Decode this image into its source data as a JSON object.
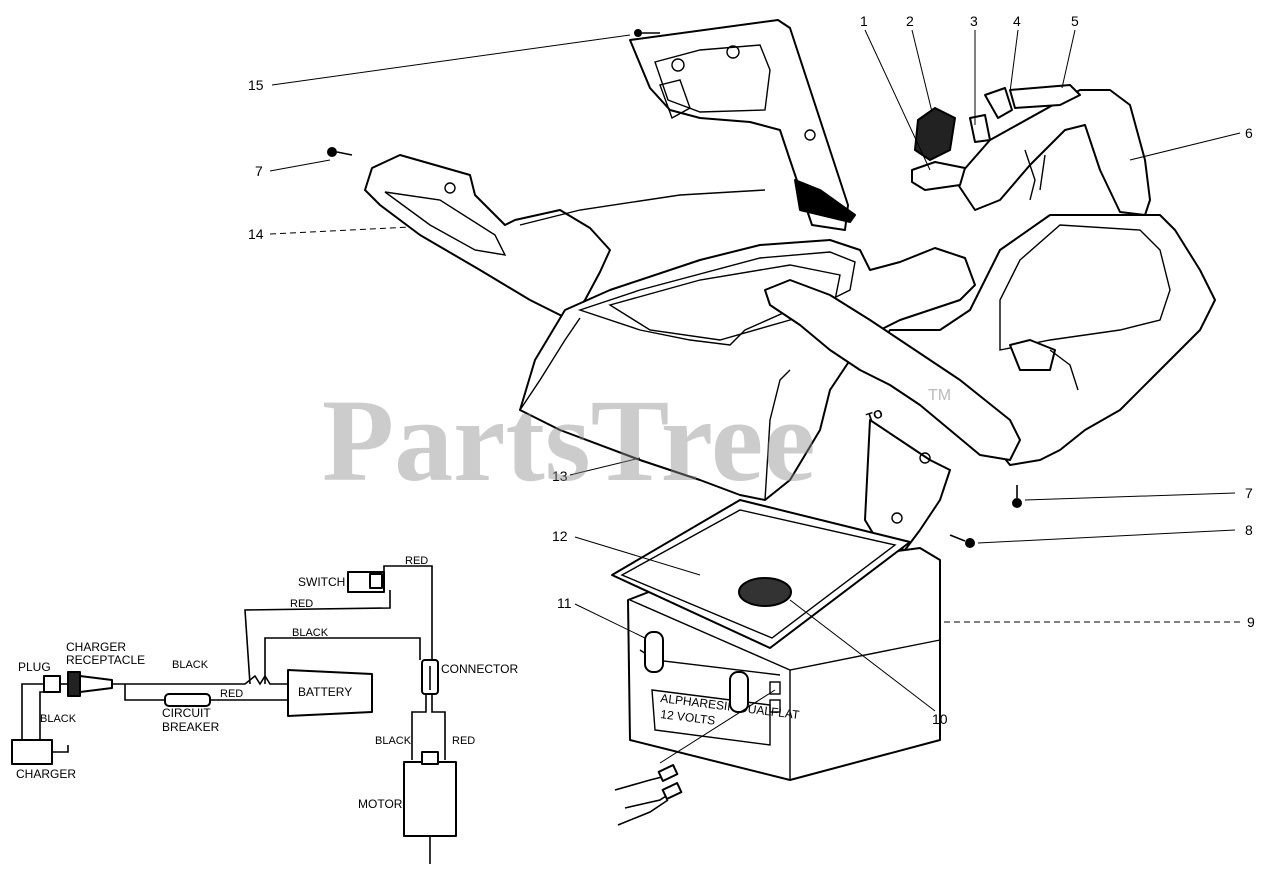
{
  "diagram": {
    "callouts": [
      {
        "id": "c1",
        "number": "1"
      },
      {
        "id": "c2",
        "number": "2"
      },
      {
        "id": "c3",
        "number": "3"
      },
      {
        "id": "c4",
        "number": "4"
      },
      {
        "id": "c5",
        "number": "5"
      },
      {
        "id": "c6",
        "number": "6"
      },
      {
        "id": "c7a",
        "number": "7"
      },
      {
        "id": "c7b",
        "number": "7"
      },
      {
        "id": "c8",
        "number": "8"
      },
      {
        "id": "c9",
        "number": "9"
      },
      {
        "id": "c10",
        "number": "10"
      },
      {
        "id": "c11",
        "number": "11"
      },
      {
        "id": "c12",
        "number": "12"
      },
      {
        "id": "c13",
        "number": "13"
      },
      {
        "id": "c14",
        "number": "14"
      },
      {
        "id": "c15",
        "number": "15"
      }
    ],
    "body_text": "TO",
    "battery_text_line1": "ALPHARESIN DUALFLAT",
    "battery_text_line2": "12 VOLTS"
  },
  "wiring": {
    "components": {
      "plug": "PLUG",
      "charger_receptacle_1": "CHARGER",
      "charger_receptacle_2": "RECEPTACLE",
      "charger": "CHARGER",
      "circuit_breaker_1": "CIRCUIT",
      "circuit_breaker_2": "BREAKER",
      "battery": "BATTERY",
      "switch": "SWITCH",
      "connector": "CONNECTOR",
      "motor": "MOTOR"
    },
    "wires": {
      "red_switch_top": "RED",
      "red_switch_left": "RED",
      "black_upper": "BLACK",
      "black_receptacle": "BLACK",
      "red_breaker": "RED",
      "black_plug": "BLACK",
      "black_motor": "BLACK",
      "red_motor": "RED"
    }
  },
  "watermark": {
    "text": "PartsTree",
    "tm": "TM"
  }
}
